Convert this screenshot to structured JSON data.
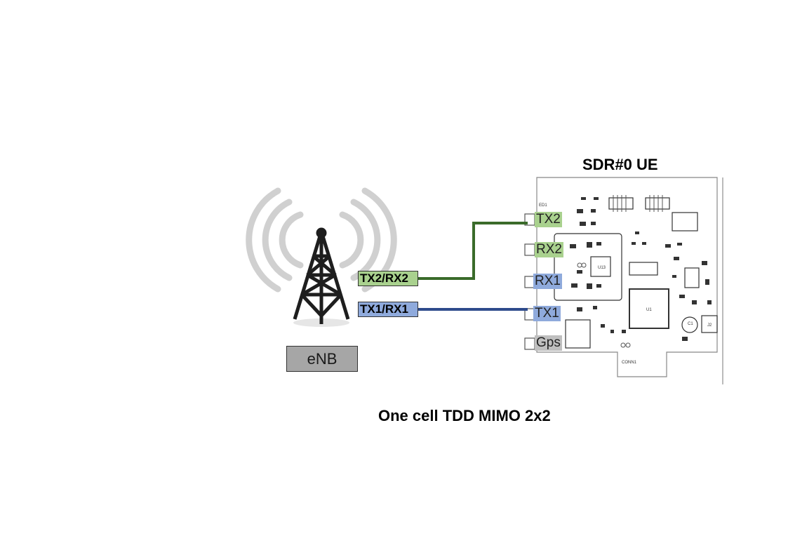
{
  "board_title": "SDR#0 UE",
  "caption": "One cell TDD  MIMO 2x2",
  "enb_label": "eNB",
  "cables": [
    {
      "label": "TX2/RX2",
      "color": "#3a6b2a",
      "label_bg": "#a9d18e"
    },
    {
      "label": "TX1/RX1",
      "color": "#2e4b8c",
      "label_bg": "#8faadc"
    }
  ],
  "ports": [
    {
      "label": "TX2",
      "bg": "#a9d18e"
    },
    {
      "label": "RX2",
      "bg": "#a9d18e"
    },
    {
      "label": "RX1",
      "bg": "#8faadc"
    },
    {
      "label": "TX1",
      "bg": "#8faadc"
    },
    {
      "label": "Gps",
      "bg": "#bfbfbf"
    }
  ],
  "silkscreen": {
    "board_ref": "ED1",
    "u13": "U13",
    "u1": "U1",
    "c1": "C1",
    "j2": "J2",
    "conn": "CONN1"
  }
}
